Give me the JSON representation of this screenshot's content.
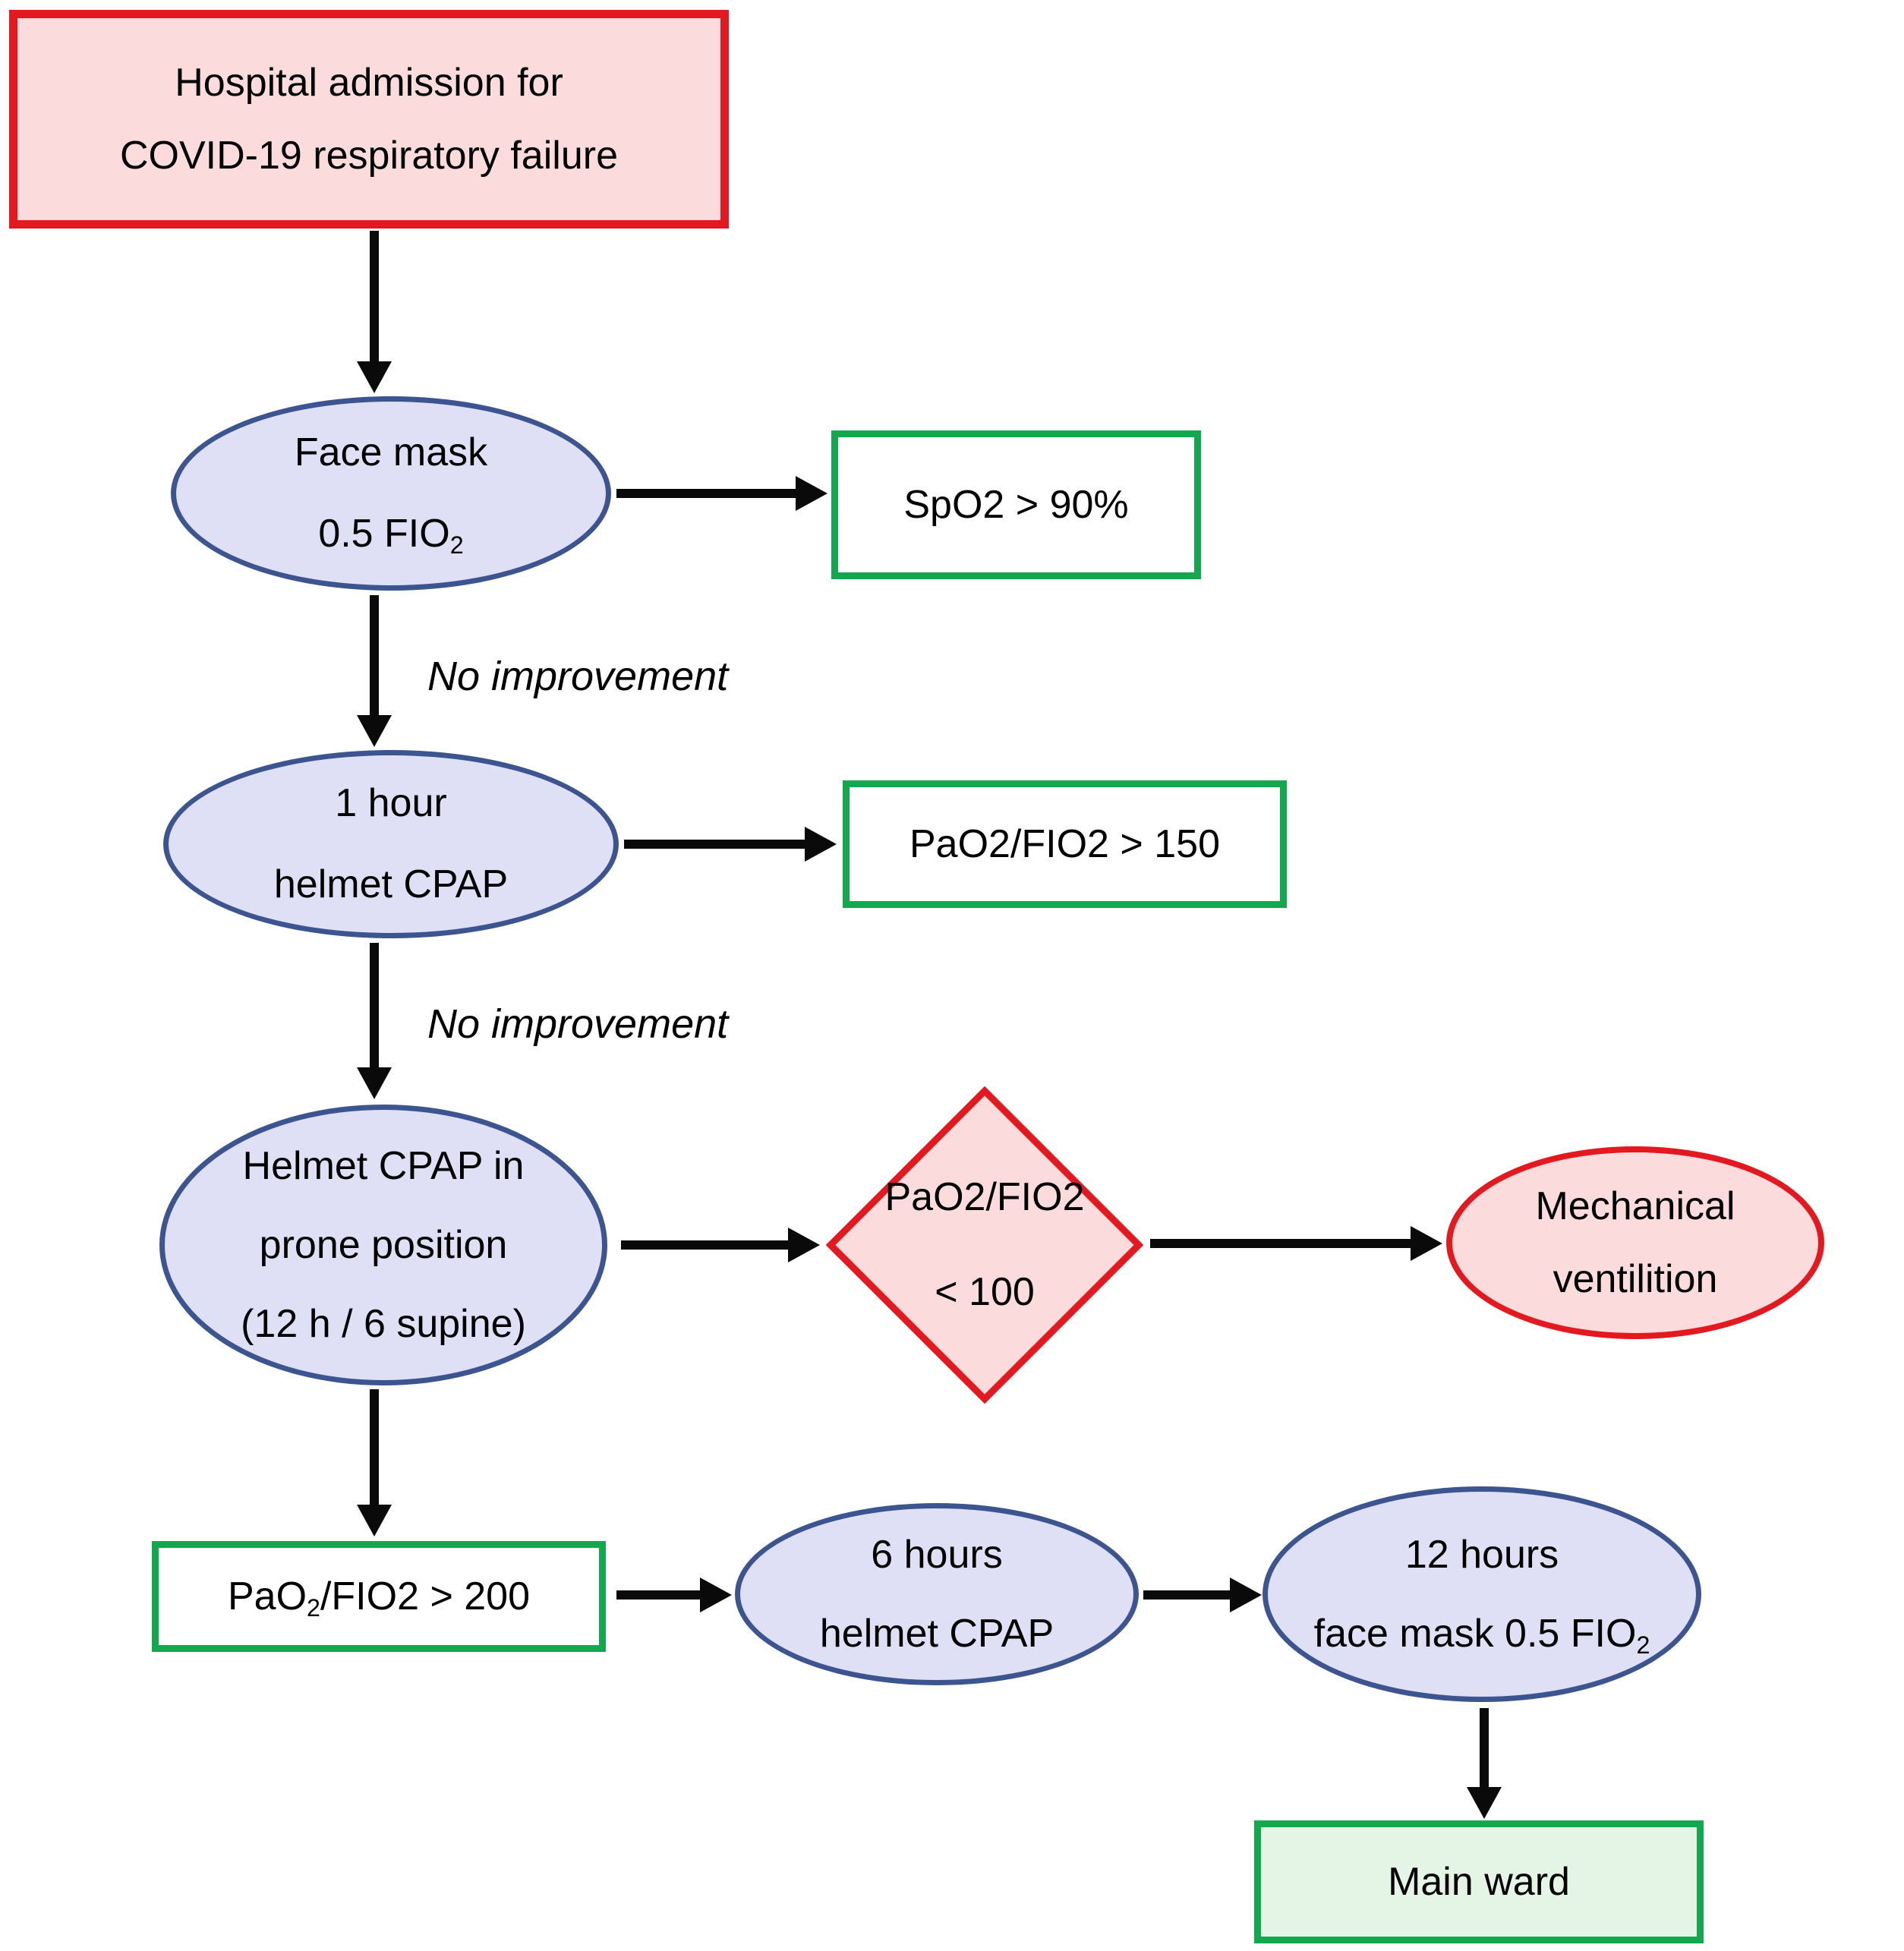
{
  "nodes": {
    "admission": {
      "lines": [
        "Hospital admission for",
        "COVID-19 respiratory failure"
      ]
    },
    "face_mask": {
      "line1": "Face mask",
      "line2_pre": "0.5 FIO",
      "line2_sub": "2"
    },
    "spo2": {
      "label": "SpO2 > 90%"
    },
    "helmet_1h": {
      "lines": [
        "1 hour",
        "helmet CPAP"
      ]
    },
    "pao2_150": {
      "label": "PaO2/FIO2 > 150"
    },
    "prone": {
      "lines": [
        "Helmet CPAP in",
        "prone position",
        "(12 h / 6 supine)"
      ]
    },
    "pao2_100": {
      "lines": [
        "PaO2/FIO2",
        "< 100"
      ]
    },
    "mech_vent": {
      "lines": [
        "Mechanical",
        "ventilition"
      ]
    },
    "pao2_200": {
      "pre": "PaO",
      "sub": "2",
      "post": "/FIO2 > 200"
    },
    "helmet_6h": {
      "lines": [
        "6 hours",
        "helmet CPAP"
      ]
    },
    "face_mask_12h": {
      "line1": "12 hours",
      "line2_pre": "face mask 0.5 FIO",
      "line2_sub": "2"
    },
    "main_ward": {
      "label": "Main ward"
    }
  },
  "edges": {
    "no_improvement_1": "No improvement",
    "no_improvement_2": "No improvement"
  },
  "colors": {
    "red_border": "#e4191f",
    "pink_fill": "#fcdbdc",
    "blue_border": "#3c5490",
    "lavender_fill": "#dfdff6",
    "green_border": "#13a84e",
    "white_fill": "#ffffff",
    "light_green_fill": "#e4f4e5",
    "arrow_black": "#0a0a0a",
    "text_black": "#000000"
  }
}
